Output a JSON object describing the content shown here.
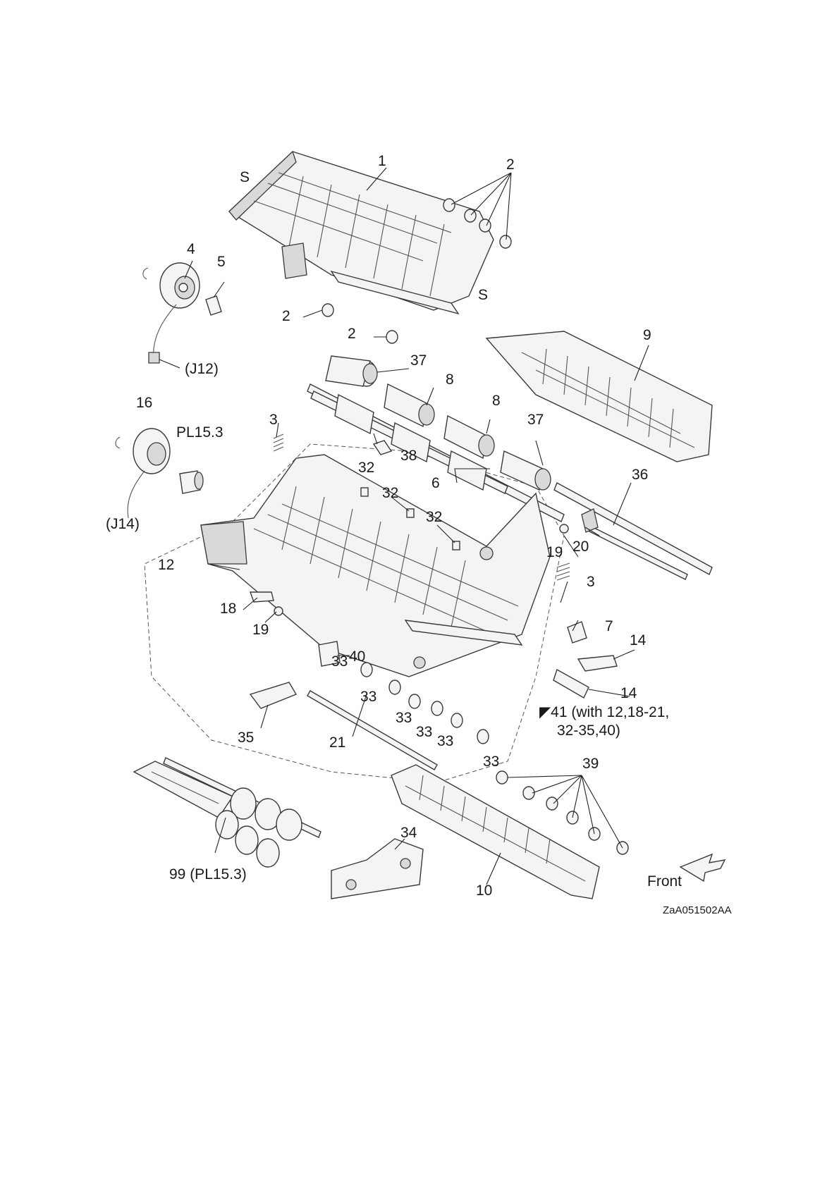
{
  "figure_id": "ZaA051502AA",
  "front_label": "Front",
  "screw_mark": "S",
  "labels": {
    "p1": "1",
    "p2": "2",
    "p3": "3",
    "p4": "4",
    "p5": "5",
    "p6": "6",
    "p7": "7",
    "p8": "8",
    "p9": "9",
    "p10": "10",
    "p12": "12",
    "p14": "14",
    "p16": "16",
    "p18": "18",
    "p19": "19",
    "p20": "20",
    "p21": "21",
    "p32": "32",
    "p33": "33",
    "p34": "34",
    "p35": "35",
    "p36": "36",
    "p37": "37",
    "p38": "38",
    "p39": "39",
    "p40": "40",
    "j12": "(J12)",
    "j14": "(J14)",
    "pl153": "PL15.3",
    "p99": "99 (PL15.3)",
    "p41_line1": "◤41 (with 12,18-21,",
    "p41_line2": "32-35,40)"
  }
}
